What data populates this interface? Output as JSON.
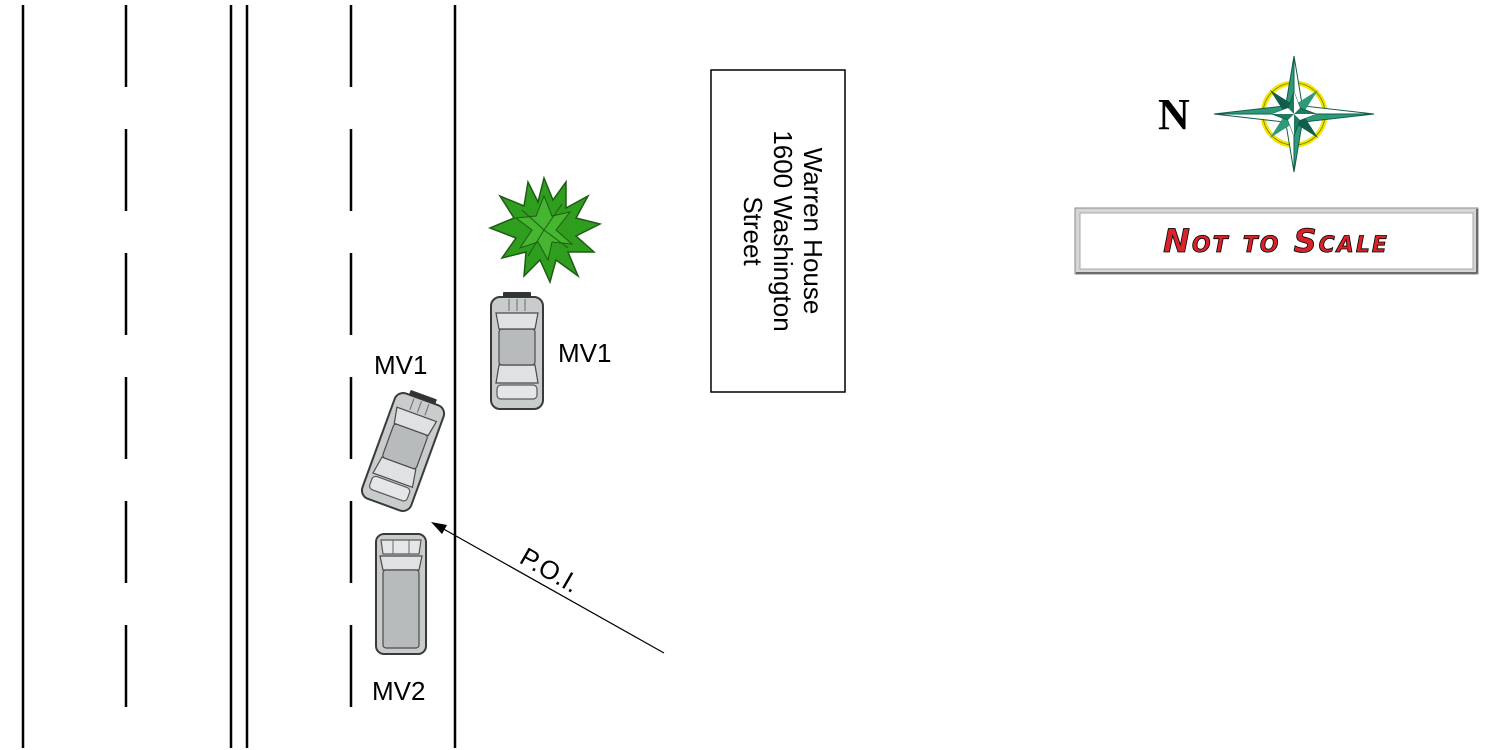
{
  "labels": {
    "mv1_parked": "MV1",
    "mv1_street": "MV1",
    "mv2": "MV2",
    "poi": "P.O.I."
  },
  "house": {
    "line1": "Warren House",
    "line2": "1600 Washington",
    "line3": "Street"
  },
  "compass": {
    "north_label": "N",
    "colors": {
      "teal": "#2e9a7a",
      "dark_teal": "#0f5d4a",
      "ring": "#f2e600"
    }
  },
  "scale_note": "Not to Scale",
  "colors": {
    "vehicle_body": "#c9cccd",
    "vehicle_outline": "#3a3a3a",
    "tree": "#2f9e1f",
    "scale_text": "#d8232a"
  },
  "icons": [
    "compass-rose-icon",
    "tree-icon",
    "vehicle-icon"
  ]
}
